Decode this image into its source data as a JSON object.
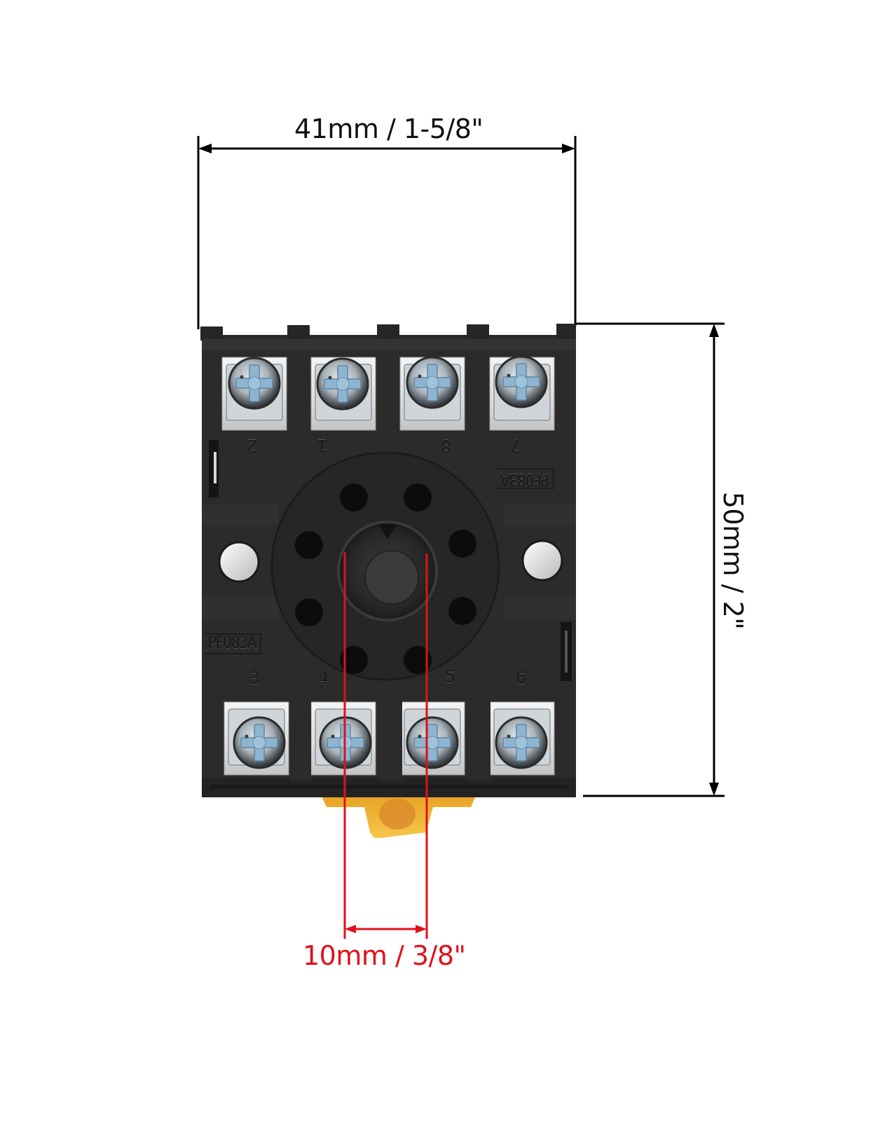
{
  "dimensions": {
    "width": {
      "label": "41mm / 1-5/8\"",
      "color": "#111111"
    },
    "height": {
      "label": "50mm / 2\"",
      "color": "#111111"
    },
    "pin_spacing": {
      "label": "10mm / 3/8\"",
      "color": "#e0101a"
    }
  },
  "product": {
    "model_marking": "PF083A",
    "type": "8-pin relay socket base",
    "body_color": "#2b2b2b",
    "clip_color": "#f0b030",
    "top_terminals": [
      {
        "number": "2"
      },
      {
        "number": "1"
      },
      {
        "number": "8"
      },
      {
        "number": "7"
      }
    ],
    "bottom_terminals": [
      {
        "number": "3"
      },
      {
        "number": "4"
      },
      {
        "number": "5"
      },
      {
        "number": "6"
      }
    ]
  }
}
